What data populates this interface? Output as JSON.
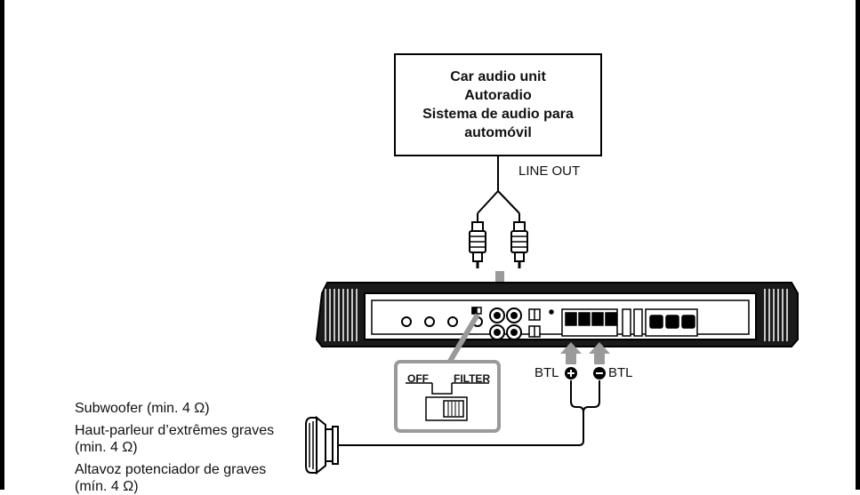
{
  "head_unit": {
    "line1": "Car audio unit",
    "line2": "Autoradio",
    "line3": "Sistema de audio para",
    "line4": "automóvil"
  },
  "line_out_label": "LINE OUT",
  "btl_left_label": "BTL",
  "btl_right_label": "BTL",
  "switch": {
    "off_label": "OFF",
    "filter_label": "FILTER"
  },
  "subwoofer": {
    "line1": "Subwoofer (min. 4 Ω)",
    "line2": "Haut-parleur d’extrêmes graves",
    "line3": "(min. 4 Ω)",
    "line4": "Altavoz potenciador de graves",
    "line5": "(mín. 4 Ω)"
  },
  "colors": {
    "ink": "#000000",
    "callout_gray": "#9a9a9a"
  }
}
